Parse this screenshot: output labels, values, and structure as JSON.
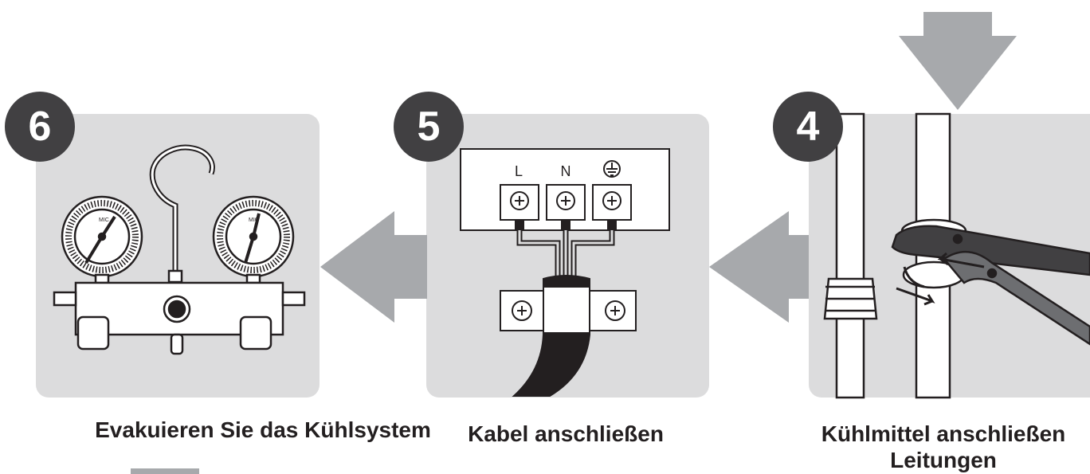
{
  "steps": [
    {
      "number": "6",
      "caption": "Evakuieren Sie das Kühlsystem"
    },
    {
      "number": "5",
      "caption": "Kabel anschließen"
    },
    {
      "number": "4",
      "caption_line1": "Kühlmittel anschließen",
      "caption_line2": "Leitungen"
    }
  ],
  "terminal_labels": {
    "live": "L",
    "neutral": "N"
  },
  "gauge_labels": {
    "left": "MIC",
    "right": "MIC"
  },
  "colors": {
    "panel": "#dcdcdd",
    "badge": "#414042",
    "arrow": "#a7a9ac",
    "outline": "#231f20"
  },
  "icons": [
    "earth-ground-icon",
    "screw-icon",
    "arrow-left-icon",
    "arrow-down-icon",
    "manifold-gauge-icon",
    "wrench-icon"
  ]
}
